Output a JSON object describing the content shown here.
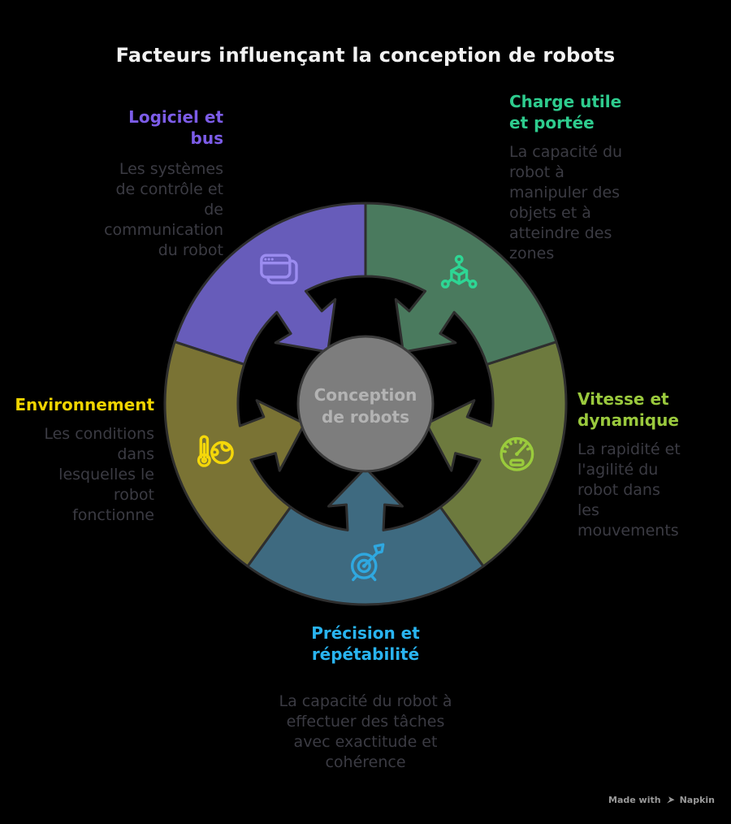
{
  "title": "Facteurs influençant la conception de robots",
  "title_color": "#F2F2F2",
  "background_color": "#000000",
  "outline_color": "#2E2E2E",
  "body_text_color": "#3B3B43",
  "center_label": "Conception\nde robots",
  "center_circle": {
    "fill": "#7D7D7D",
    "stroke": "#3C3C3C",
    "text_color": "#B3B3B3"
  },
  "sections": {
    "logiciel": {
      "heading": "Logiciel et\nbus",
      "body": "Les systèmes\nde contrôle et\nde\ncommunication\ndu robot",
      "heading_color": "#7C5CE8",
      "segment_color": "#675CBA",
      "icon": "browser-windows-icon",
      "icon_color": "#9B8CF0"
    },
    "charge": {
      "heading": "Charge utile\net portée",
      "body": "La capacité du\nrobot à\nmanipuler des\nobjets et à\natteindre des\nzones",
      "heading_color": "#2ECC8E",
      "segment_color": "#4A7A5E",
      "icon": "cube-nodes-icon",
      "icon_color": "#2ED694"
    },
    "vitesse": {
      "heading": "Vitesse et\ndynamique",
      "body": "La rapidité et\nl'agilité du\nrobot dans\nles\nmouvements",
      "heading_color": "#9AC93D",
      "segment_color": "#6D7A3E",
      "icon": "speedometer-icon",
      "icon_color": "#9ACB3C"
    },
    "precision": {
      "heading": "Précision et\nrépétabilité",
      "body": "La capacité du robot à\neffectuer des tâches\navec exactitude et\ncohérence",
      "heading_color": "#29B4F0",
      "segment_color": "#3E6A80",
      "icon": "target-arrow-icon",
      "icon_color": "#2FA8E0"
    },
    "environnement": {
      "heading": "Environnement",
      "body": "Les conditions\ndans\nlesquelles le\nrobot\nfonctionne",
      "heading_color": "#F0D400",
      "segment_color": "#7A7334",
      "icon": "thermometer-globe-icon",
      "icon_color": "#F4D70A"
    }
  },
  "watermark": {
    "prefix": "Made with",
    "brand": "Napkin",
    "color": "#999999"
  }
}
